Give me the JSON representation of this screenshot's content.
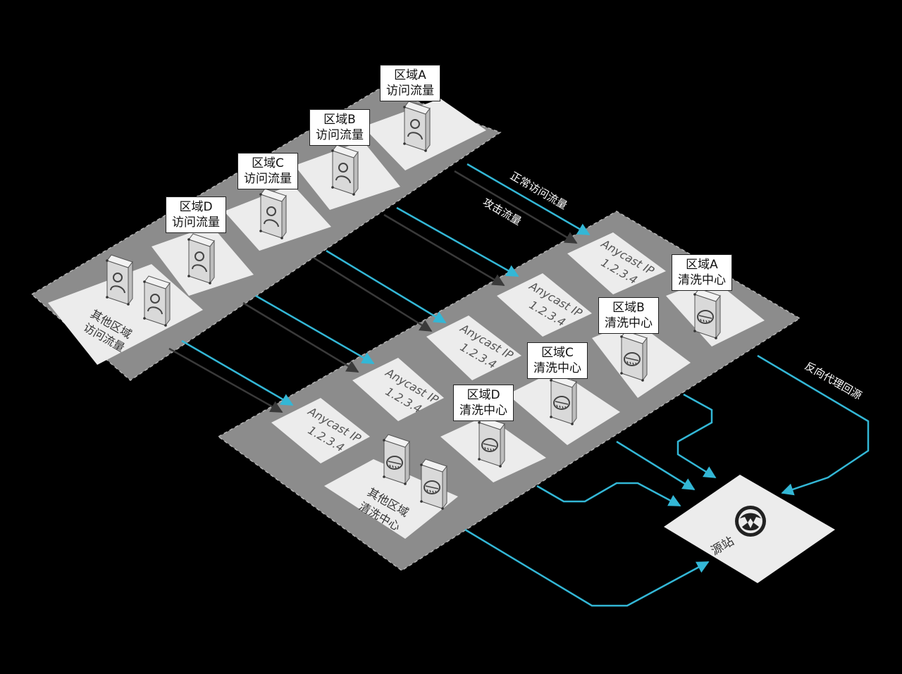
{
  "colors": {
    "background": "#000000",
    "platform": "#8c8c8c",
    "tile": "#ececec",
    "normal_flow": "#33b7d6",
    "attack_flow": "#3a3a3a"
  },
  "flow_labels": {
    "normal": "正常访问流量",
    "attack": "攻击流量",
    "reverse_proxy": "反向代理回源"
  },
  "regions": [
    {
      "id": "A",
      "visit_line1": "区域A",
      "visit_line2": "访问流量",
      "scrub_line1": "区域A",
      "scrub_line2": "清洗中心",
      "ip_line1": "Anycast IP",
      "ip_line2": "1.2.3.4"
    },
    {
      "id": "B",
      "visit_line1": "区域B",
      "visit_line2": "访问流量",
      "scrub_line1": "区域B",
      "scrub_line2": "清洗中心",
      "ip_line1": "Anycast IP",
      "ip_line2": "1.2.3.4"
    },
    {
      "id": "C",
      "visit_line1": "区域C",
      "visit_line2": "访问流量",
      "scrub_line1": "区域C",
      "scrub_line2": "清洗中心",
      "ip_line1": "Anycast IP",
      "ip_line2": "1.2.3.4"
    },
    {
      "id": "D",
      "visit_line1": "区域D",
      "visit_line2": "访问流量",
      "scrub_line1": "区域D",
      "scrub_line2": "清洗中心",
      "ip_line1": "Anycast IP",
      "ip_line2": "1.2.3.4"
    }
  ],
  "other_visit": {
    "line1": "其他区域",
    "line2": "访问流量"
  },
  "other_scrub": {
    "line1": "其他区域",
    "line2": "清洗中心"
  },
  "other_ip": {
    "line1": "Anycast IP",
    "line2": "1.2.3.4"
  },
  "origin": {
    "label": "源站",
    "icon": "origin-server-icon"
  }
}
